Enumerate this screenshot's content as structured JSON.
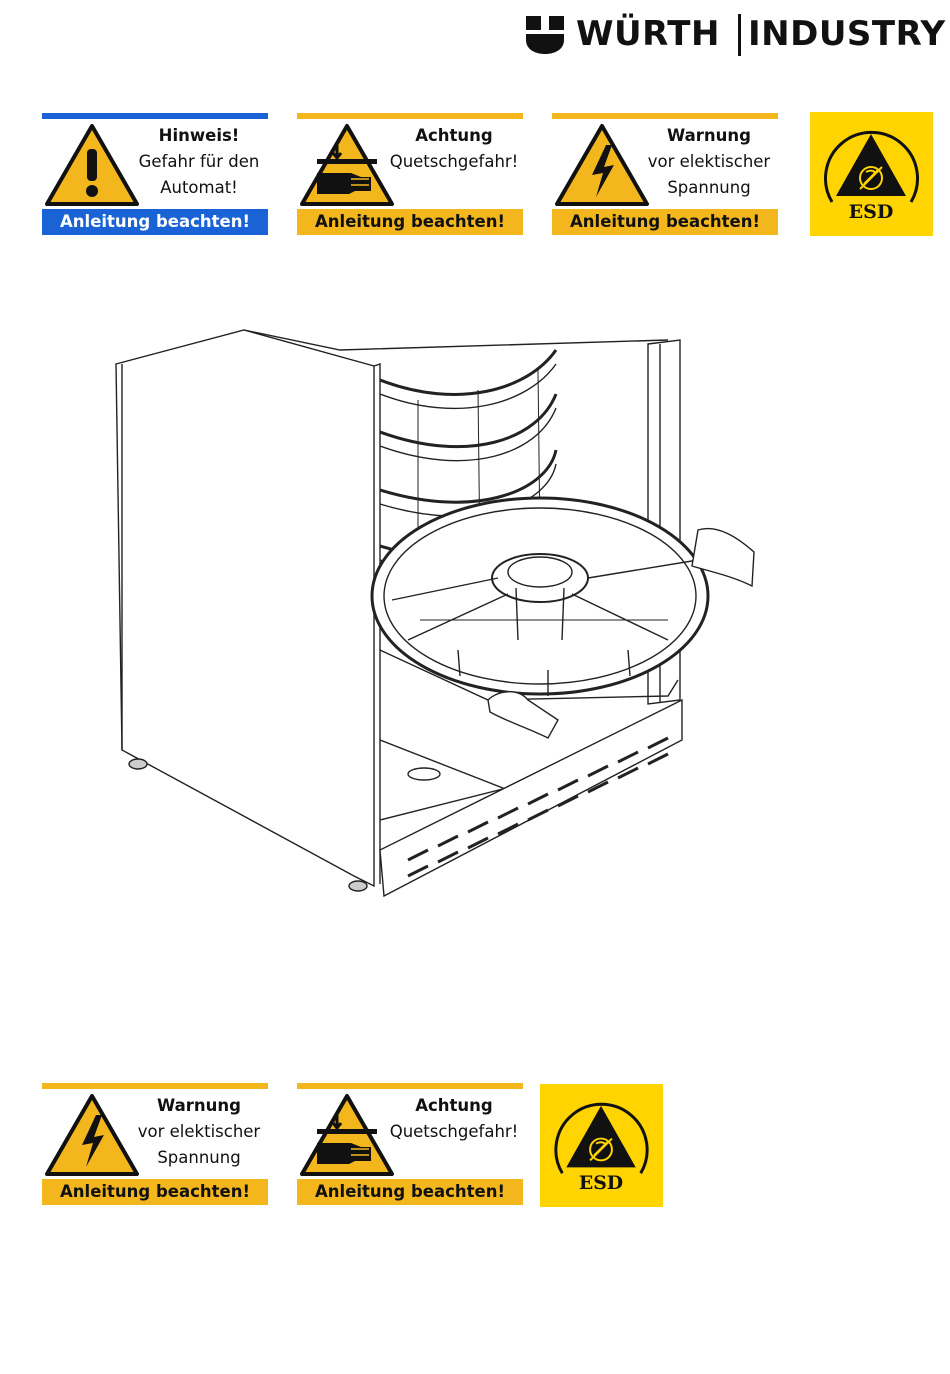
{
  "logo": {
    "brand": "WÜRTH",
    "division": "INDUSTRY"
  },
  "signs_top": [
    {
      "title": "Hinweis!",
      "line2": "Gefahr für den",
      "line3": "Automat!",
      "footer": "Anleitung beachten!",
      "icon": "exclamation-icon",
      "color": "#1a63d6"
    },
    {
      "title": "Achtung",
      "line2": "Quetschgefahr!",
      "line3": "",
      "footer": "Anleitung beachten!",
      "icon": "crush-hand-icon",
      "color": "#f3b71d"
    },
    {
      "title": "Warnung",
      "line2": "vor elektischer",
      "line3": "Spannung",
      "footer": "Anleitung beachten!",
      "icon": "high-voltage-icon",
      "color": "#f3b71d"
    }
  ],
  "signs_bottom": [
    {
      "title": "Warnung",
      "line2": "vor elektischer",
      "line3": "Spannung",
      "footer": "Anleitung beachten!",
      "icon": "high-voltage-icon",
      "color": "#f3b71d"
    },
    {
      "title": "Achtung",
      "line2": "Quetschgefahr!",
      "line3": "",
      "footer": "Anleitung beachten!",
      "icon": "crush-hand-icon",
      "color": "#f3b71d"
    }
  ],
  "esd_label": "ESD",
  "illustration": {
    "icon": "vending-machine-carousel-drawing"
  }
}
